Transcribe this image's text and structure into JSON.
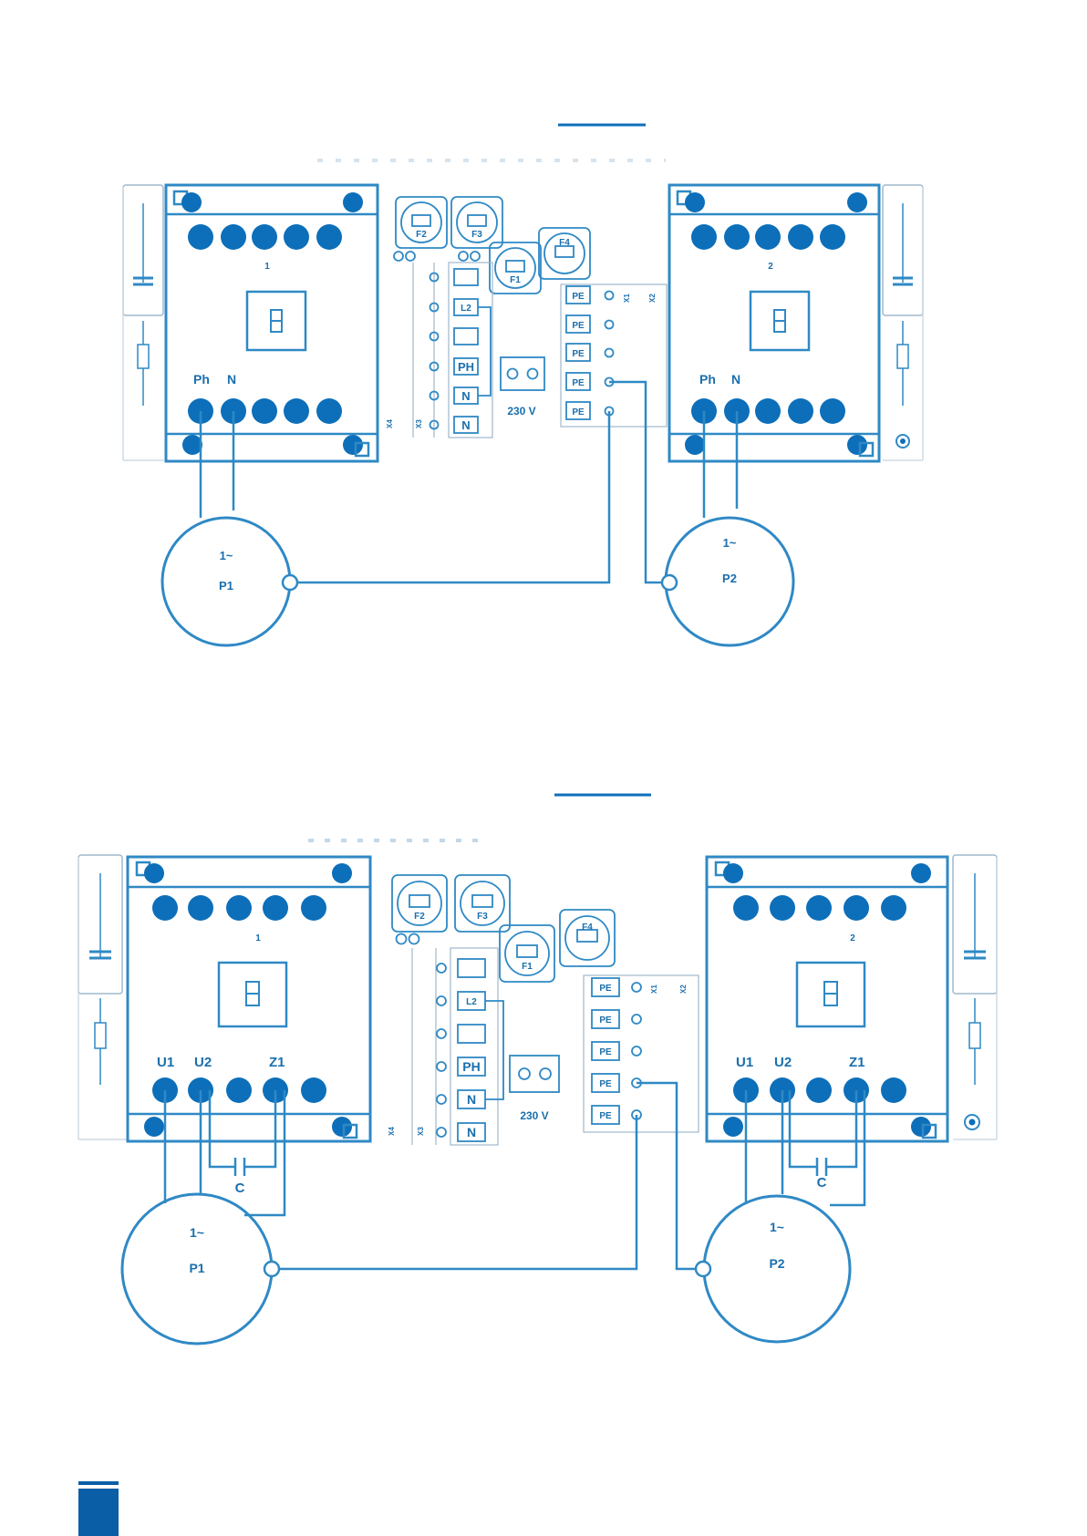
{
  "colors": {
    "line": "#2f89c5",
    "fill": "#0d6fb9",
    "faint": "#bcd3e4",
    "text": "#1a6fae",
    "page_tab": "#0a5ea6"
  },
  "diagrams": [
    {
      "id": "single-phase-pumps",
      "module_labels": [
        "1",
        "2"
      ],
      "motor_terminal_labels": [
        "Ph",
        "N"
      ],
      "fuses": [
        "F2",
        "F3",
        "F1",
        "F4"
      ],
      "terminal_x3": [
        "",
        "L2",
        "",
        "PH",
        "N",
        "N"
      ],
      "terminal_x3_side_labels": [
        "X4",
        "X3"
      ],
      "terminal_x1": [
        "PE",
        "PE",
        "PE",
        "PE",
        "PE"
      ],
      "terminal_x1_side_labels": [
        "X1",
        "X2"
      ],
      "supply": "230 V",
      "capacitor_label": "",
      "pumps": [
        {
          "phase": "1~",
          "name": "P1"
        },
        {
          "phase": "1~",
          "name": "P2"
        }
      ]
    },
    {
      "id": "single-phase-pumps-capacitor",
      "module_labels": [
        "1",
        "2"
      ],
      "motor_terminal_labels": [
        "U1",
        "U2",
        "Z1"
      ],
      "fuses": [
        "F2",
        "F3",
        "F1",
        "F4"
      ],
      "terminal_x3": [
        "",
        "L2",
        "",
        "PH",
        "N",
        "N"
      ],
      "terminal_x3_side_labels": [
        "X4",
        "X3"
      ],
      "terminal_x1": [
        "PE",
        "PE",
        "PE",
        "PE",
        "PE"
      ],
      "terminal_x1_side_labels": [
        "X1",
        "X2"
      ],
      "supply": "230 V",
      "capacitor_label": "C",
      "pumps": [
        {
          "phase": "1~",
          "name": "P1"
        },
        {
          "phase": "1~",
          "name": "P2"
        }
      ]
    }
  ]
}
